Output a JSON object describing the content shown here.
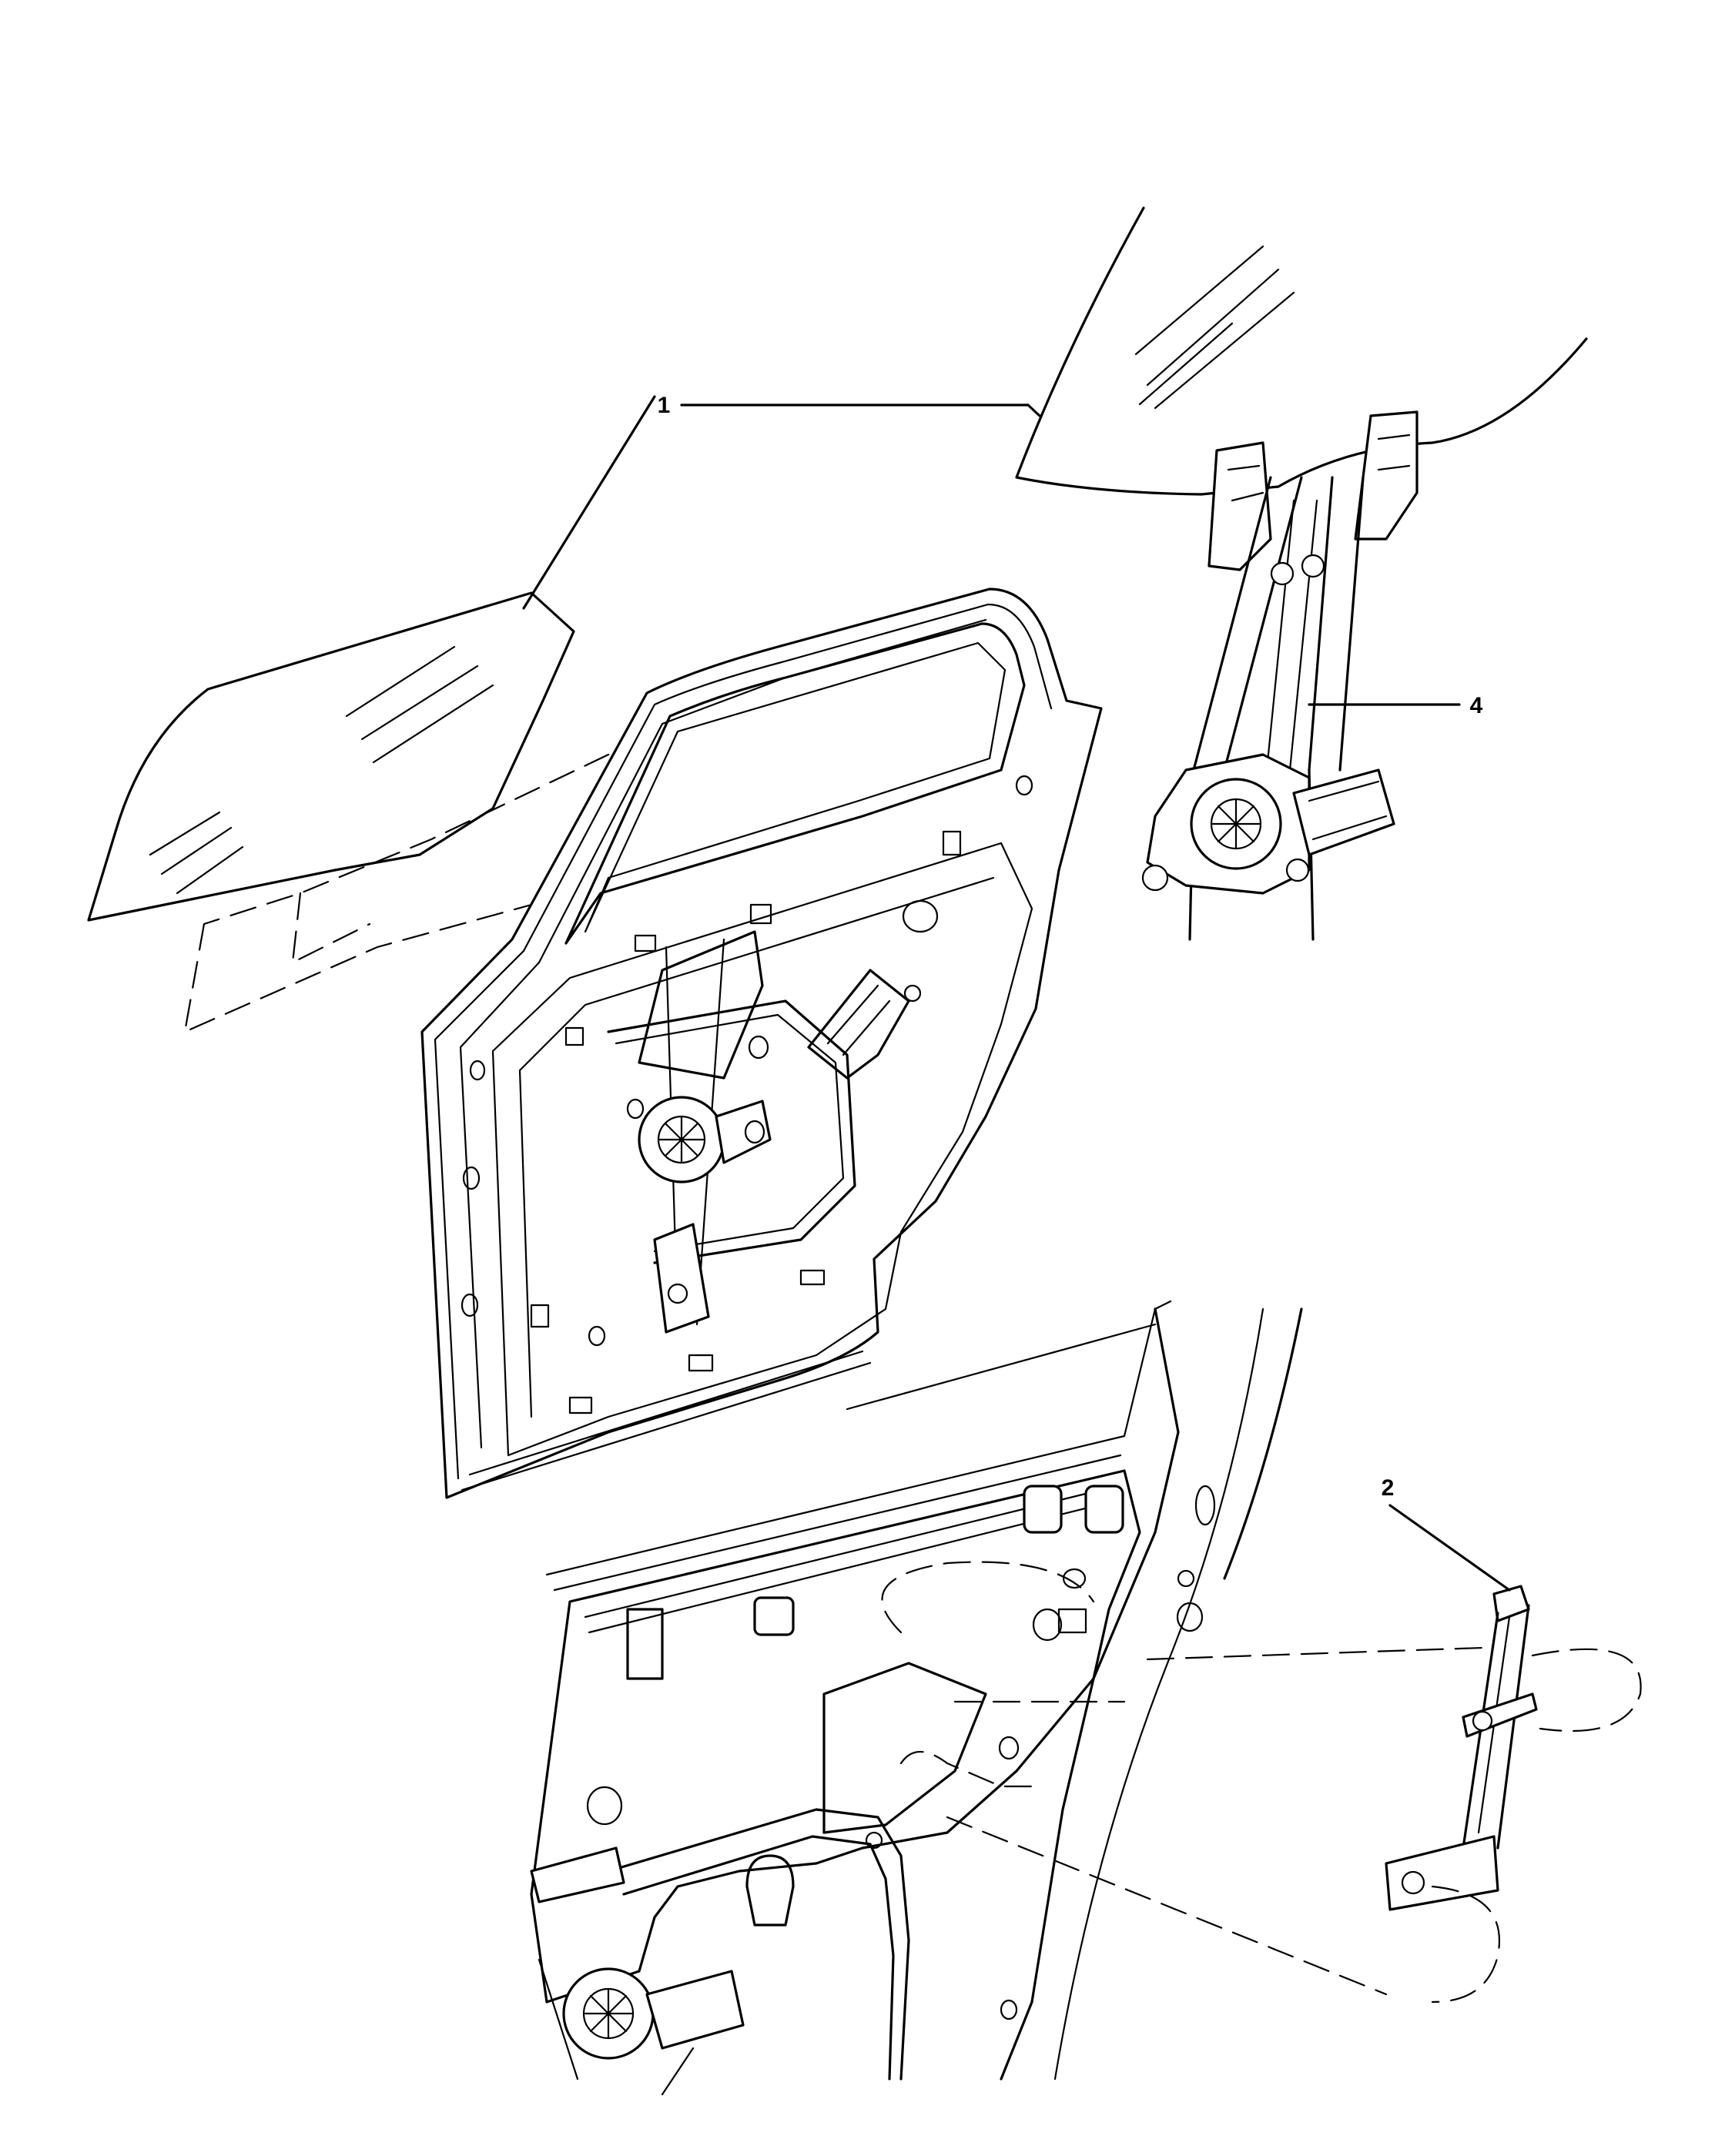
{
  "callouts": [
    {
      "label": "1"
    },
    {
      "label": "4"
    },
    {
      "label": "2"
    }
  ]
}
